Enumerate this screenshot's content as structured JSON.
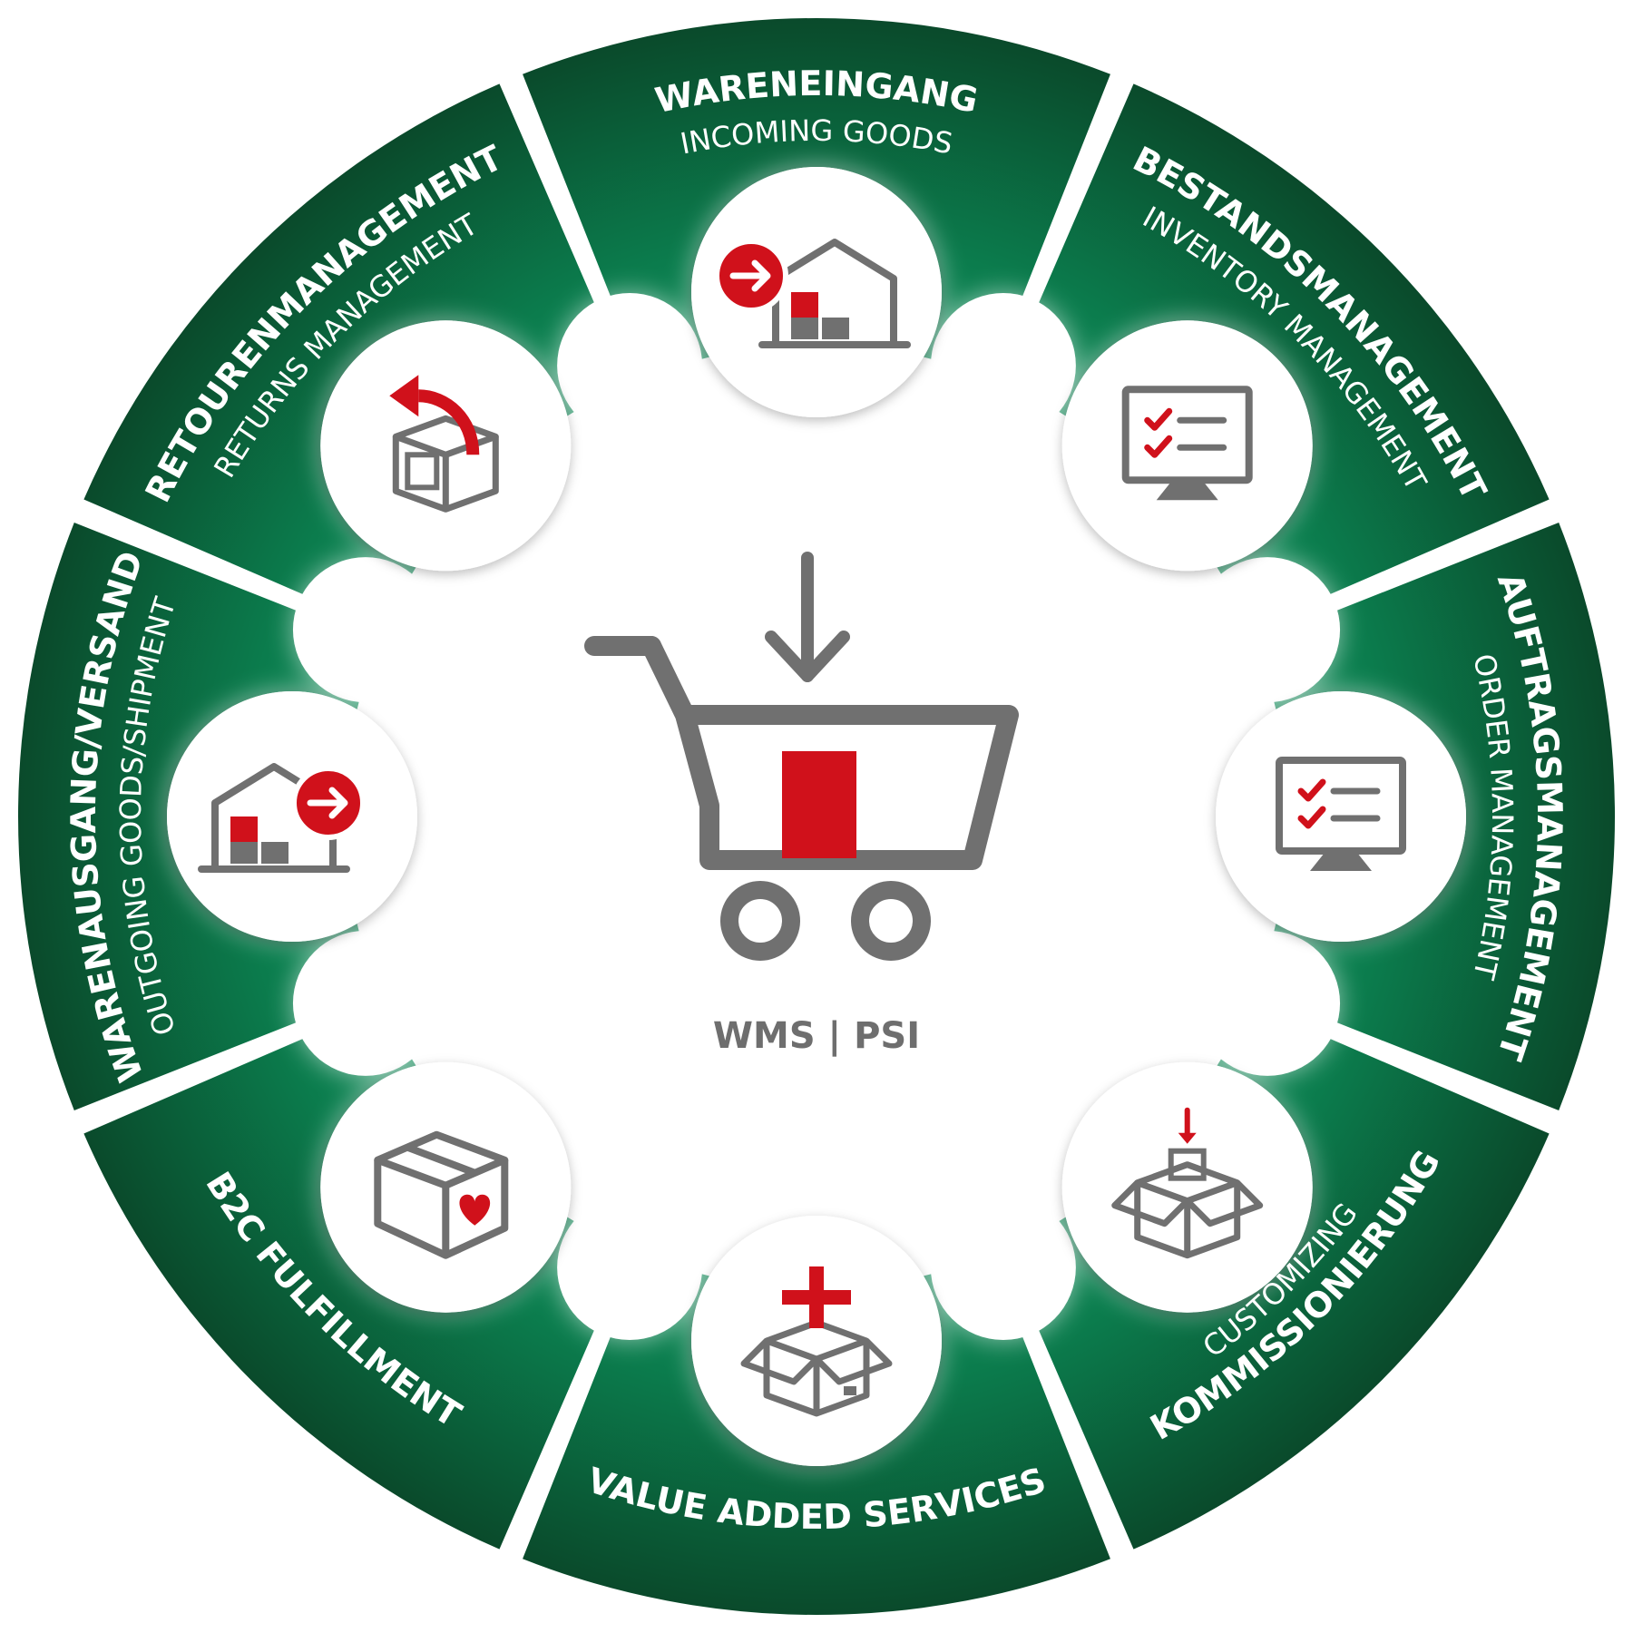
{
  "colors": {
    "green_light": "#0f9a62",
    "green_dark": "#0a4a2b",
    "red": "#d0111b",
    "gray": "#707070",
    "white": "#ffffff"
  },
  "center": {
    "label": "WMS | PSI",
    "icon": "shopping-cart-icon"
  },
  "segments": [
    {
      "id": "wareneingang",
      "title": "WARENEINGANG",
      "subtitle": "INCOMING GOODS",
      "icon": "warehouse-incoming-icon"
    },
    {
      "id": "bestandsmanagement",
      "title": "BESTANDSMANAGEMENT",
      "subtitle": "INVENTORY MANAGEMENT",
      "icon": "monitor-checklist-icon"
    },
    {
      "id": "auftragsmanagement",
      "title": "AUFTRAGSMANAGEMENT",
      "subtitle": "ORDER MANAGEMENT",
      "icon": "monitor-checklist-icon"
    },
    {
      "id": "kommissionierung",
      "title": "KOMMISSIONIERUNG",
      "subtitle": "CUSTOMIZING",
      "icon": "box-picking-icon"
    },
    {
      "id": "value-added-services",
      "title": "VALUE ADDED SERVICES",
      "subtitle": "",
      "icon": "box-plus-icon"
    },
    {
      "id": "b2c-fulfillment",
      "title": "B2C FULFILLMENT",
      "subtitle": "",
      "icon": "box-heart-icon"
    },
    {
      "id": "warenausgang",
      "title": "WARENAUSGANG/VERSAND",
      "subtitle": "OUTGOING GOODS/SHIPMENT",
      "icon": "warehouse-outgoing-icon"
    },
    {
      "id": "retourenmanagement",
      "title": "RETOURENMANAGEMENT",
      "subtitle": "RETURNS MANAGEMENT",
      "icon": "box-return-icon"
    }
  ]
}
